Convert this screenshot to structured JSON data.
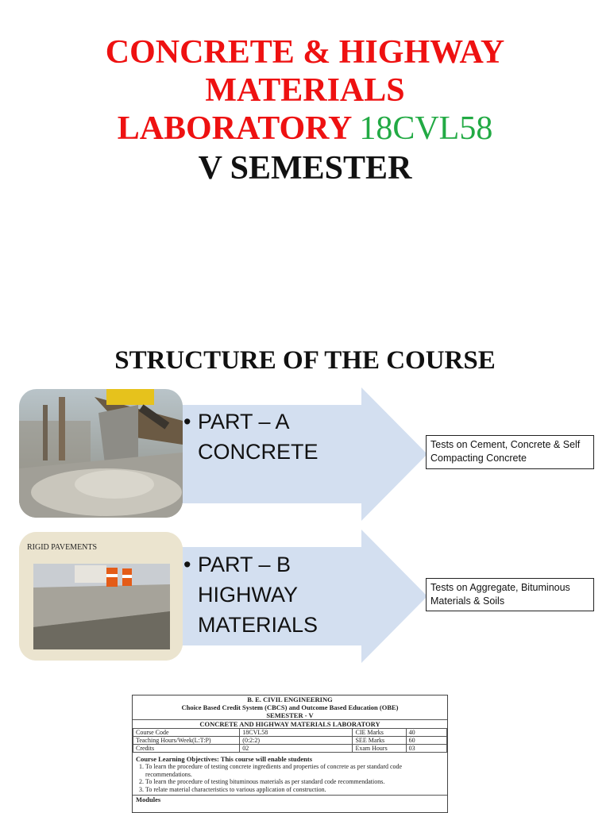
{
  "title": {
    "line1": "CONCRETE & HIGHWAY",
    "line2": "MATERIALS",
    "line3_text": "LABORATORY",
    "line3_code": "18CVL58",
    "line4": "V SEMESTER"
  },
  "structure_heading": "STRUCTURE OF THE COURSE",
  "parts": [
    {
      "line1": "PART – A",
      "line2": "CONCRETE",
      "line3": "",
      "callout": "Tests on Cement, Concrete & Self Compacting Concrete"
    },
    {
      "line1": "PART – B",
      "line2": "HIGHWAY",
      "line3": "MATERIALS",
      "callout": "Tests on Aggregate, Bituminous Materials & Soils",
      "photo_caption": "RIGID PAVEMENTS"
    }
  ],
  "bullet_glyph": "•",
  "syllabus": {
    "header1": "B. E. CIVIL ENGINEERING",
    "header2": "Choice Based Credit System (CBCS) and Outcome Based Education (OBE)",
    "header3": "SEMESTER - V",
    "header4": "CONCRETE AND HIGHWAY MATERIALS LABORATORY",
    "rows": [
      {
        "k1": "Course Code",
        "v1": "18CVL58",
        "k2": "CIE Marks",
        "v2": "40"
      },
      {
        "k1": "Teaching Hours/Week(L:T:P)",
        "v1": "(0:2:2)",
        "k2": "SEE Marks",
        "v2": "60"
      },
      {
        "k1": "Credits",
        "v1": "02",
        "k2": "Exam Hours",
        "v2": "03"
      }
    ],
    "objectives_title": "Course Learning Objectives: This course will enable students",
    "objectives": [
      "To learn the procedure of testing concrete ingredients and properties of concrete as per standard code recommendations.",
      "To learn the procedure of testing bituminous materials as per standard code recommendations.",
      "To relate material characteristics to various application of construction."
    ],
    "modules_label": "Modules"
  },
  "colors": {
    "title_red": "#ee1111",
    "code_green": "#22aa44",
    "arrow_fill": "#d3dff0"
  }
}
